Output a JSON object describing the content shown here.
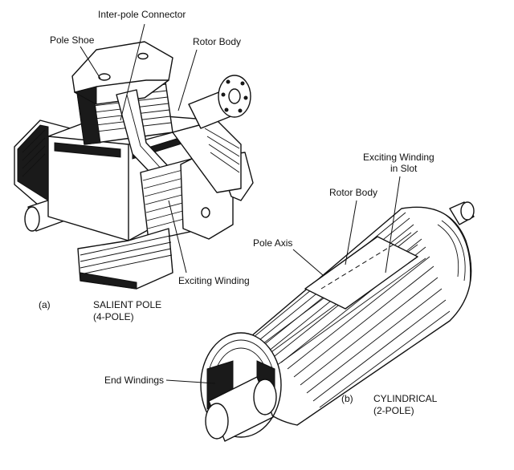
{
  "labels": {
    "pole_shoe": "Pole Shoe",
    "inter_pole_connector": "Inter-pole Connector",
    "rotor_body_a": "Rotor Body",
    "exciting_winding": "Exciting Winding",
    "caption_a_letter": "(a)",
    "caption_a_line1": "SALIENT POLE",
    "caption_a_line2": "(4-POLE)",
    "exciting_winding_slot_line1": "Exciting Winding",
    "exciting_winding_slot_line2": "in Slot",
    "rotor_body_b": "Rotor Body",
    "pole_axis": "Pole Axis",
    "end_windings": "End Windings",
    "caption_b_letter": "(b)",
    "caption_b_line1": "CYLINDRICAL",
    "caption_b_line2": "(2-POLE)"
  }
}
